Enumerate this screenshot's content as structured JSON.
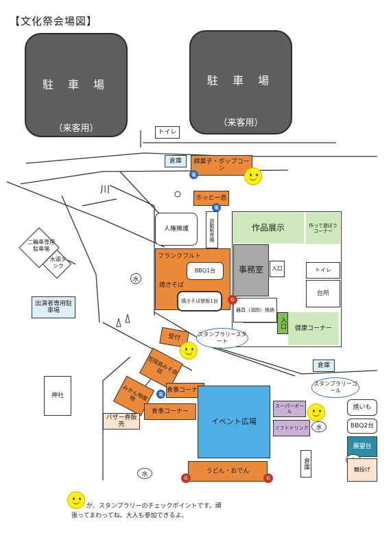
{
  "title": "【文化祭会場図】",
  "parking_left": {
    "name": "駐 車 場",
    "sub": "（来客用）"
  },
  "parking_right": {
    "name": "駐 車 場",
    "sub": "（来客用）"
  },
  "toilet_top": "トイレ",
  "storage_top": "倉庫",
  "cotton_candy": "綿菓子・ポップコーン",
  "river": "川",
  "hotto": "ホッと一息",
  "jinken": "人権擁護",
  "jidou": "自動販売機",
  "sakuhin": "作品展示",
  "tsukuro": "作って遊ぼうコーナー",
  "frank": "フランクフルト",
  "bbq1": "BBQ1台",
  "yakisoba": "焼きそば",
  "yakisoba_note": "焼きそば鉄板1台",
  "jimushitsu": "事務室",
  "iriguchi_small": "入口",
  "toilet_mid": "トイレ",
  "daidokoro": "台所",
  "shouzai": "器具（消防）格納",
  "iriguchi_green": "入口",
  "kenkou": "健康コーナー",
  "nirin": "二輪車専用駐車場",
  "suidou": "水道タンク",
  "shutsuen": "出演者専用駐車場",
  "uketsuke": "受付",
  "stamp_start": "スタンプラリースタート",
  "kasa": "笠岡高みそ会話",
  "mikan": "みかん物産物",
  "shokuji1": "食事コーナー",
  "shokuji2": "食事コーナー",
  "baza": "バザー券販売",
  "jinja": "神社",
  "event": "イベント広場",
  "udon": "うどん・おでん",
  "storage_mid": "倉庫",
  "stamp_goal": "スタンプラリーゴール",
  "superball": "スーパーボール",
  "softdrink": "ソフトドリンク",
  "yakiimo": "焼いも",
  "bbq2": "BBQ2台",
  "tenbou": "展望台",
  "wanage": "輪投げ",
  "storage_bottom": "倉庫",
  "icon_denwa": "電",
  "icon_g": "G",
  "icon_water": "水",
  "caption_line1": "が、スタンプラリーのチェックポイントです。頑",
  "caption_line2": "張ってまわってね。大人も参加できるよ。",
  "colors": {
    "orange": "#ec8a3c",
    "green": "#cde8bc",
    "gray": "#a8a8a8",
    "blue": "#4fb0e6",
    "lot": "#5e5e5e",
    "smile": "#fff10e"
  }
}
